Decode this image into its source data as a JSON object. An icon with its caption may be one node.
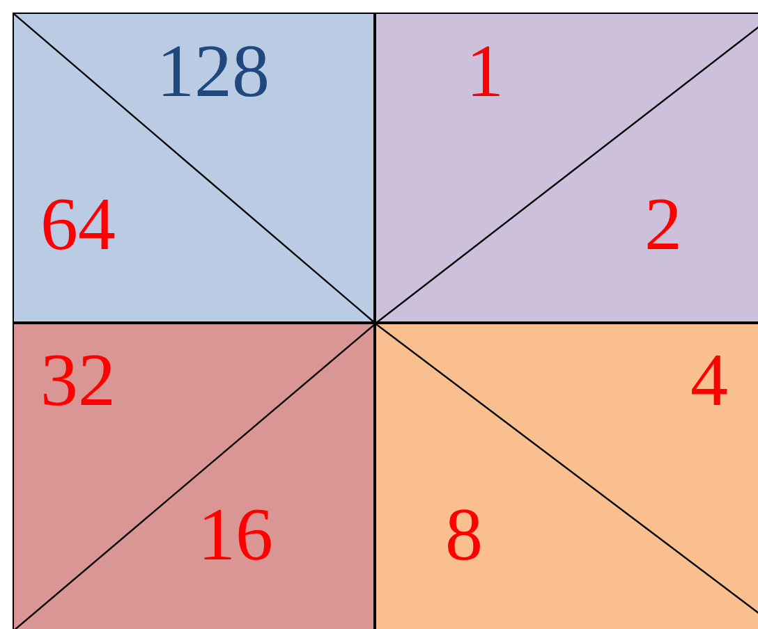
{
  "diagram": {
    "nodes": [
      {
        "text": [
          "128",
          "64"
        ]
      },
      {
        "text": [
          "1",
          "2"
        ]
      },
      {
        "text": [
          "32",
          "16"
        ]
      },
      {
        "text": [
          "4",
          "8"
        ]
      }
    ]
  }
}
